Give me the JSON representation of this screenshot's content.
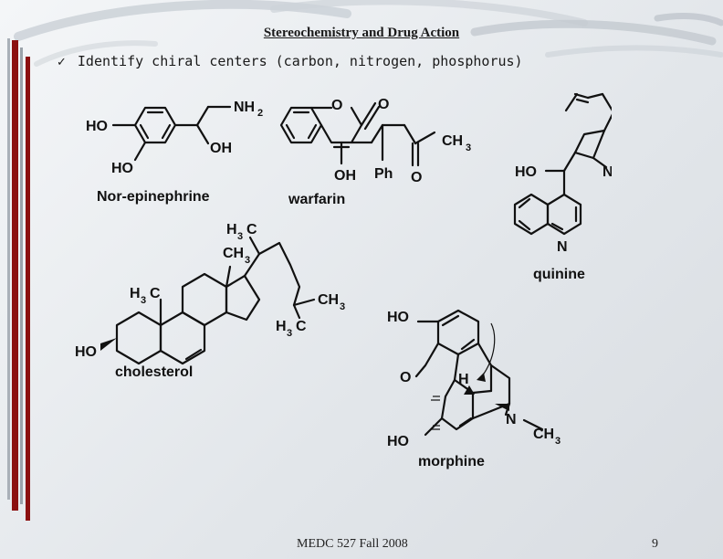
{
  "slide": {
    "title": "Stereochemistry and Drug Action",
    "bullet": "Identify chiral centers (carbon, nitrogen, phosphorus)",
    "bullet_icon": "check-icon",
    "footer_course": "MEDC 527 Fall 2008",
    "footer_page": "9"
  },
  "molecules": {
    "norepinephrine": {
      "name": "Nor-epinephrine",
      "labels": {
        "ho_top": "HO",
        "ho_bottom": "HO",
        "oh": "OH",
        "nh": "NH",
        "nh_sub": "2"
      }
    },
    "warfarin": {
      "name": "warfarin",
      "labels": {
        "o_ring": "O",
        "o_carbonyl": "O",
        "oh": "OH",
        "ph": "Ph",
        "ch": "CH",
        "ch_sub": "3",
        "o_ketone": "O"
      }
    },
    "quinine": {
      "name": "quinine",
      "labels": {
        "ho": "HO",
        "n_bicyclic": "N",
        "n_quinoline": "N"
      }
    },
    "cholesterol": {
      "name": "cholesterol",
      "labels": {
        "ho": "HO",
        "methyl_top_a": "H",
        "methyl_top_b": "C",
        "methyl_top_sub": "3",
        "ch3_c18_a": "CH",
        "ch3_c18_sub": "3",
        "methyl_ring_a": "H",
        "methyl_ring_b": "C",
        "methyl_ring_sub": "3",
        "ch3_tail_a": "CH",
        "ch3_tail_sub": "3",
        "h3c_tail_a": "H",
        "h3c_tail_b": "C",
        "h3c_tail_sub": "3"
      }
    },
    "morphine": {
      "name": "morphine",
      "labels": {
        "ho_top": "HO",
        "o_ether": "O",
        "h": "H",
        "n": "N",
        "ch": "CH",
        "ch_sub": "3",
        "ho_bottom": "HO"
      }
    }
  },
  "colors": {
    "bar_red": "#8b1010",
    "swoosh": "#c6ccd3",
    "text": "#111111"
  }
}
